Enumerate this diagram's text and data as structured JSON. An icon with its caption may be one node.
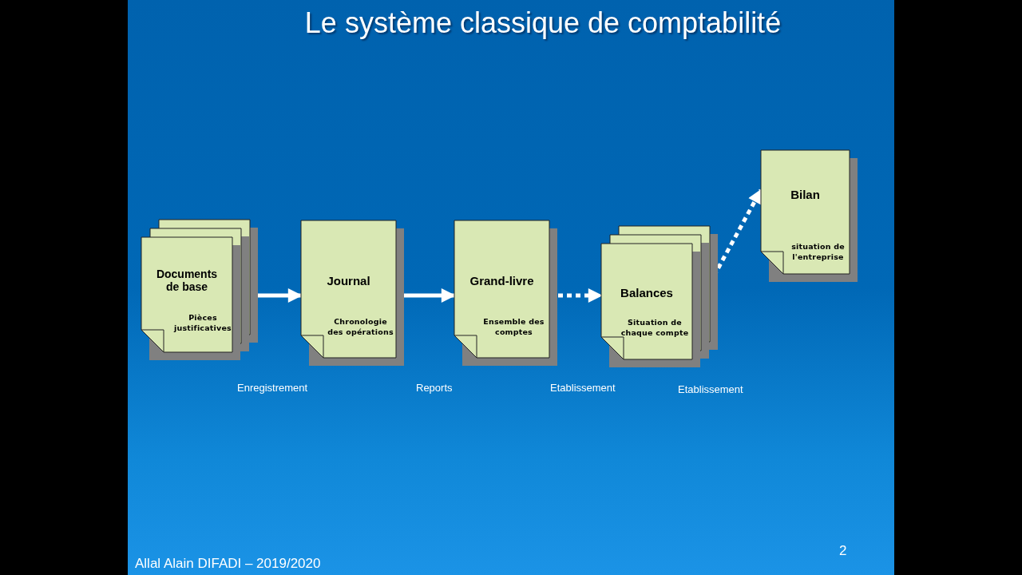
{
  "diagram": {
    "title": "Le système classique de comptabilité",
    "nodes": [
      {
        "text": [
          "Documents de base",
          "Pièces justificatives"
        ]
      },
      {
        "text": [
          "Journal",
          "Chronologie des opérations"
        ]
      },
      {
        "text": [
          "Grand-livre",
          "Ensemble des comptes"
        ]
      },
      {
        "text": [
          "Balances",
          "Situation de chaque compte"
        ]
      },
      {
        "text": [
          "Bilan",
          "situation de l'entreprise"
        ]
      }
    ],
    "edges": [
      {
        "from": 0,
        "to": 1,
        "arrow": "to"
      },
      {
        "from": 1,
        "to": 2,
        "arrow": "to"
      },
      {
        "from": 2,
        "to": 3,
        "arrow": "to",
        "style": "dashed"
      },
      {
        "from": 3,
        "to": 4,
        "arrow": "to",
        "style": "dashed"
      }
    ],
    "labels": [
      "Enregistrement",
      "Reports",
      "Etablissement",
      "Etablissement",
      "Allal Alain DIFADI – 2019/2020",
      "2"
    ]
  }
}
